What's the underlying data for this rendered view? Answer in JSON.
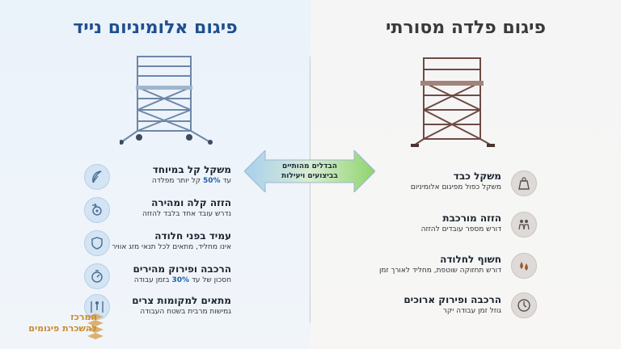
{
  "left": {
    "title": "פיגום אלומיניום נייד",
    "items": [
      {
        "heading": "משקל קל במיוחד",
        "sub_pre": "עד ",
        "sub_hl": "50%",
        "sub_post": " קל יותר מפלדה",
        "icon": "feather-icon"
      },
      {
        "heading": "הזזה קלה ומהירה",
        "sub_pre": "נדרש עובד אחד בלבד להזזה",
        "sub_hl": "",
        "sub_post": "",
        "icon": "wheel-move-icon"
      },
      {
        "heading": "עמיד בפני חלודה",
        "sub_pre": "אינו מחליד, מתאים לכל תנאי מזג אוויר",
        "sub_hl": "",
        "sub_post": "",
        "icon": "shield-icon"
      },
      {
        "heading": "הרכבה ופירוק מהירים",
        "sub_pre": "חסכון של עד ",
        "sub_hl": "30%",
        "sub_post": " בזמן עבודה",
        "icon": "stopwatch-icon"
      },
      {
        "heading": "מתאים למקומות צרים",
        "sub_pre": "גמישות מרבית בשטח העבודה",
        "sub_hl": "",
        "sub_post": "",
        "icon": "narrow-space-icon"
      }
    ]
  },
  "right": {
    "title": "פיגום פלדה מסורתי",
    "items": [
      {
        "heading": "משקל כבד",
        "sub": "משקל כפול מפיגום אלומיניום",
        "icon": "weight-icon"
      },
      {
        "heading": "הזזה מורכבת",
        "sub": "דורש מספר עובדים להזזה",
        "icon": "workers-icon"
      },
      {
        "heading": "חשוף לחלודה",
        "sub": "דורש תחזוקה שוטפת, מחליד לאורך זמן",
        "icon": "rust-drops-icon"
      },
      {
        "heading": "הרכבה ופירוק ארוכים",
        "sub": "גוזל זמן עבודה יקר",
        "icon": "clock-icon"
      }
    ]
  },
  "center": {
    "line1": "הבדלים מהותיים",
    "line2": "בביצועים ויעילות"
  },
  "logo": {
    "line1": "המרכז",
    "line2": "להשכרת פיגומים"
  },
  "colors": {
    "accent_blue": "#1f4f8f",
    "highlight_blue": "#1f5fae",
    "logo_orange": "#c98a2e"
  }
}
